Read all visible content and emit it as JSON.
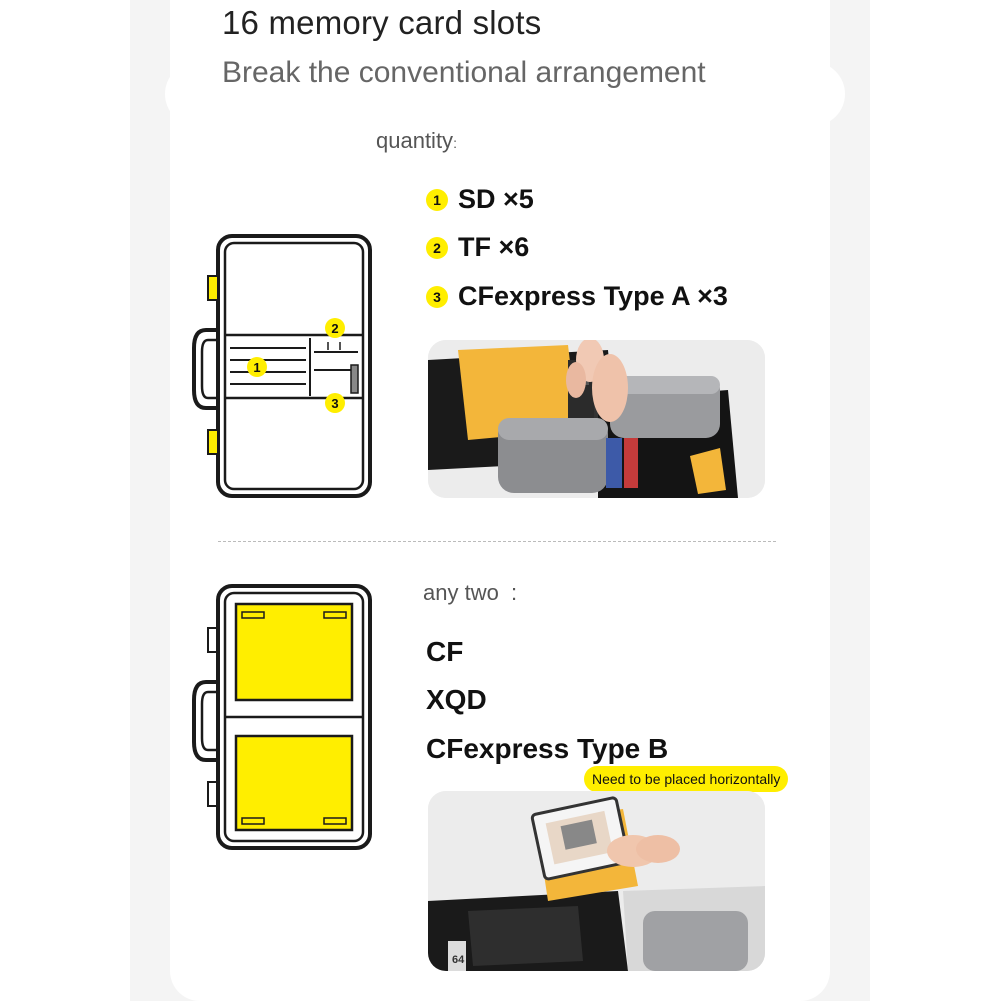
{
  "header": {
    "title": "16 memory card slots",
    "subtitle": "Break the conventional arrangement"
  },
  "section1": {
    "label": "quantity",
    "label_suffix": ":",
    "items": [
      {
        "num": "1",
        "text": "SD ×5"
      },
      {
        "num": "2",
        "text": "TF ×6"
      },
      {
        "num": "3",
        "text": "CFexpress Type A ×3"
      }
    ],
    "diagram_markers": [
      "2",
      "1",
      "3"
    ]
  },
  "section2": {
    "label": "any two",
    "label_suffix": ":",
    "items": [
      "CF",
      "XQD",
      "CFexpress Type B"
    ],
    "badge": "Need to be placed horizontally",
    "photo_card_text": "64"
  },
  "colors": {
    "accent_yellow": "#ffee00",
    "case_orange": "#f3b63a",
    "case_black": "#1a1a1a"
  }
}
